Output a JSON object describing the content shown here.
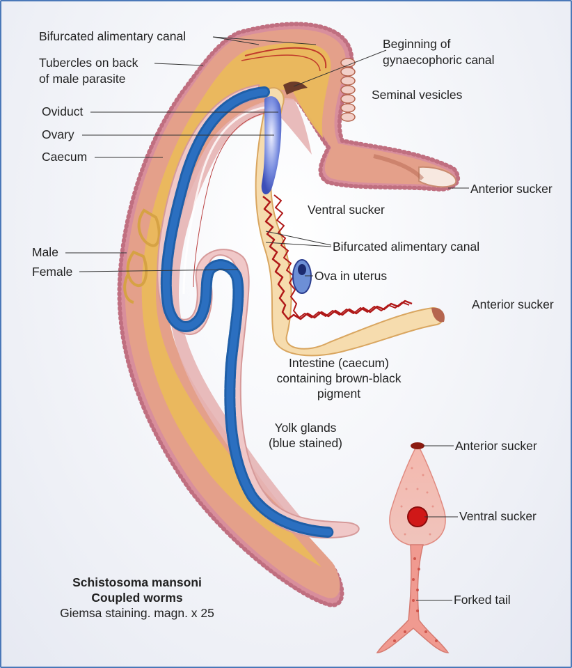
{
  "labels": {
    "bifurcated_alimentary_canal_top": "Bifurcated alimentary canal",
    "tubercles_line1": "Tubercles on back",
    "tubercles_line2": "of male parasite",
    "beginning_line1": "Beginning of",
    "beginning_line2": "gynaecophoric canal",
    "seminal_vesicles": "Seminal vesicles",
    "oviduct": "Oviduct",
    "ovary": "Ovary",
    "caecum": "Caecum",
    "anterior_sucker_male": "Anterior sucker",
    "ventral_sucker_male": "Ventral sucker",
    "bifurcated_alimentary_canal_female": "Bifurcated alimentary canal",
    "male": "Male",
    "female": "Female",
    "ova_in_uterus": "Ova in uterus",
    "anterior_sucker_female": "Anterior sucker",
    "intestine_line1": "Intestine (caecum)",
    "intestine_line2": "containing brown-black",
    "intestine_line3": "pigment",
    "yolk_line1": "Yolk glands",
    "yolk_line2": "(blue stained)",
    "anterior_sucker_cercaria": "Anterior sucker",
    "ventral_sucker_cercaria": "Ventral sucker",
    "forked_tail": "Forked tail"
  },
  "caption": {
    "species": "Schistosoma mansoni",
    "subtitle": "Coupled worms",
    "staining": "Giemsa staining. magn. x 25"
  },
  "colors": {
    "male_body": "#e4a08a",
    "male_dark": "#c98a70",
    "yellow_layer": "#eab95c",
    "female_body": "#f3c8c4",
    "yolk_blue": "#1f5fa8",
    "ovary_blue": "#5b6fd0",
    "canal_red": "#b01818",
    "frame_border": "#4a78b8"
  }
}
